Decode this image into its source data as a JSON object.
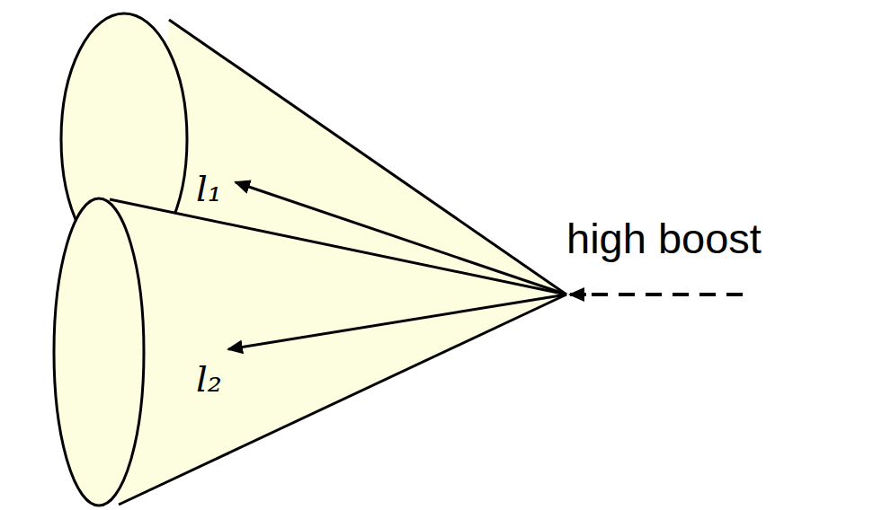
{
  "diagram": {
    "labels": [
      "l₁",
      "l₂",
      "high boost"
    ]
  }
}
